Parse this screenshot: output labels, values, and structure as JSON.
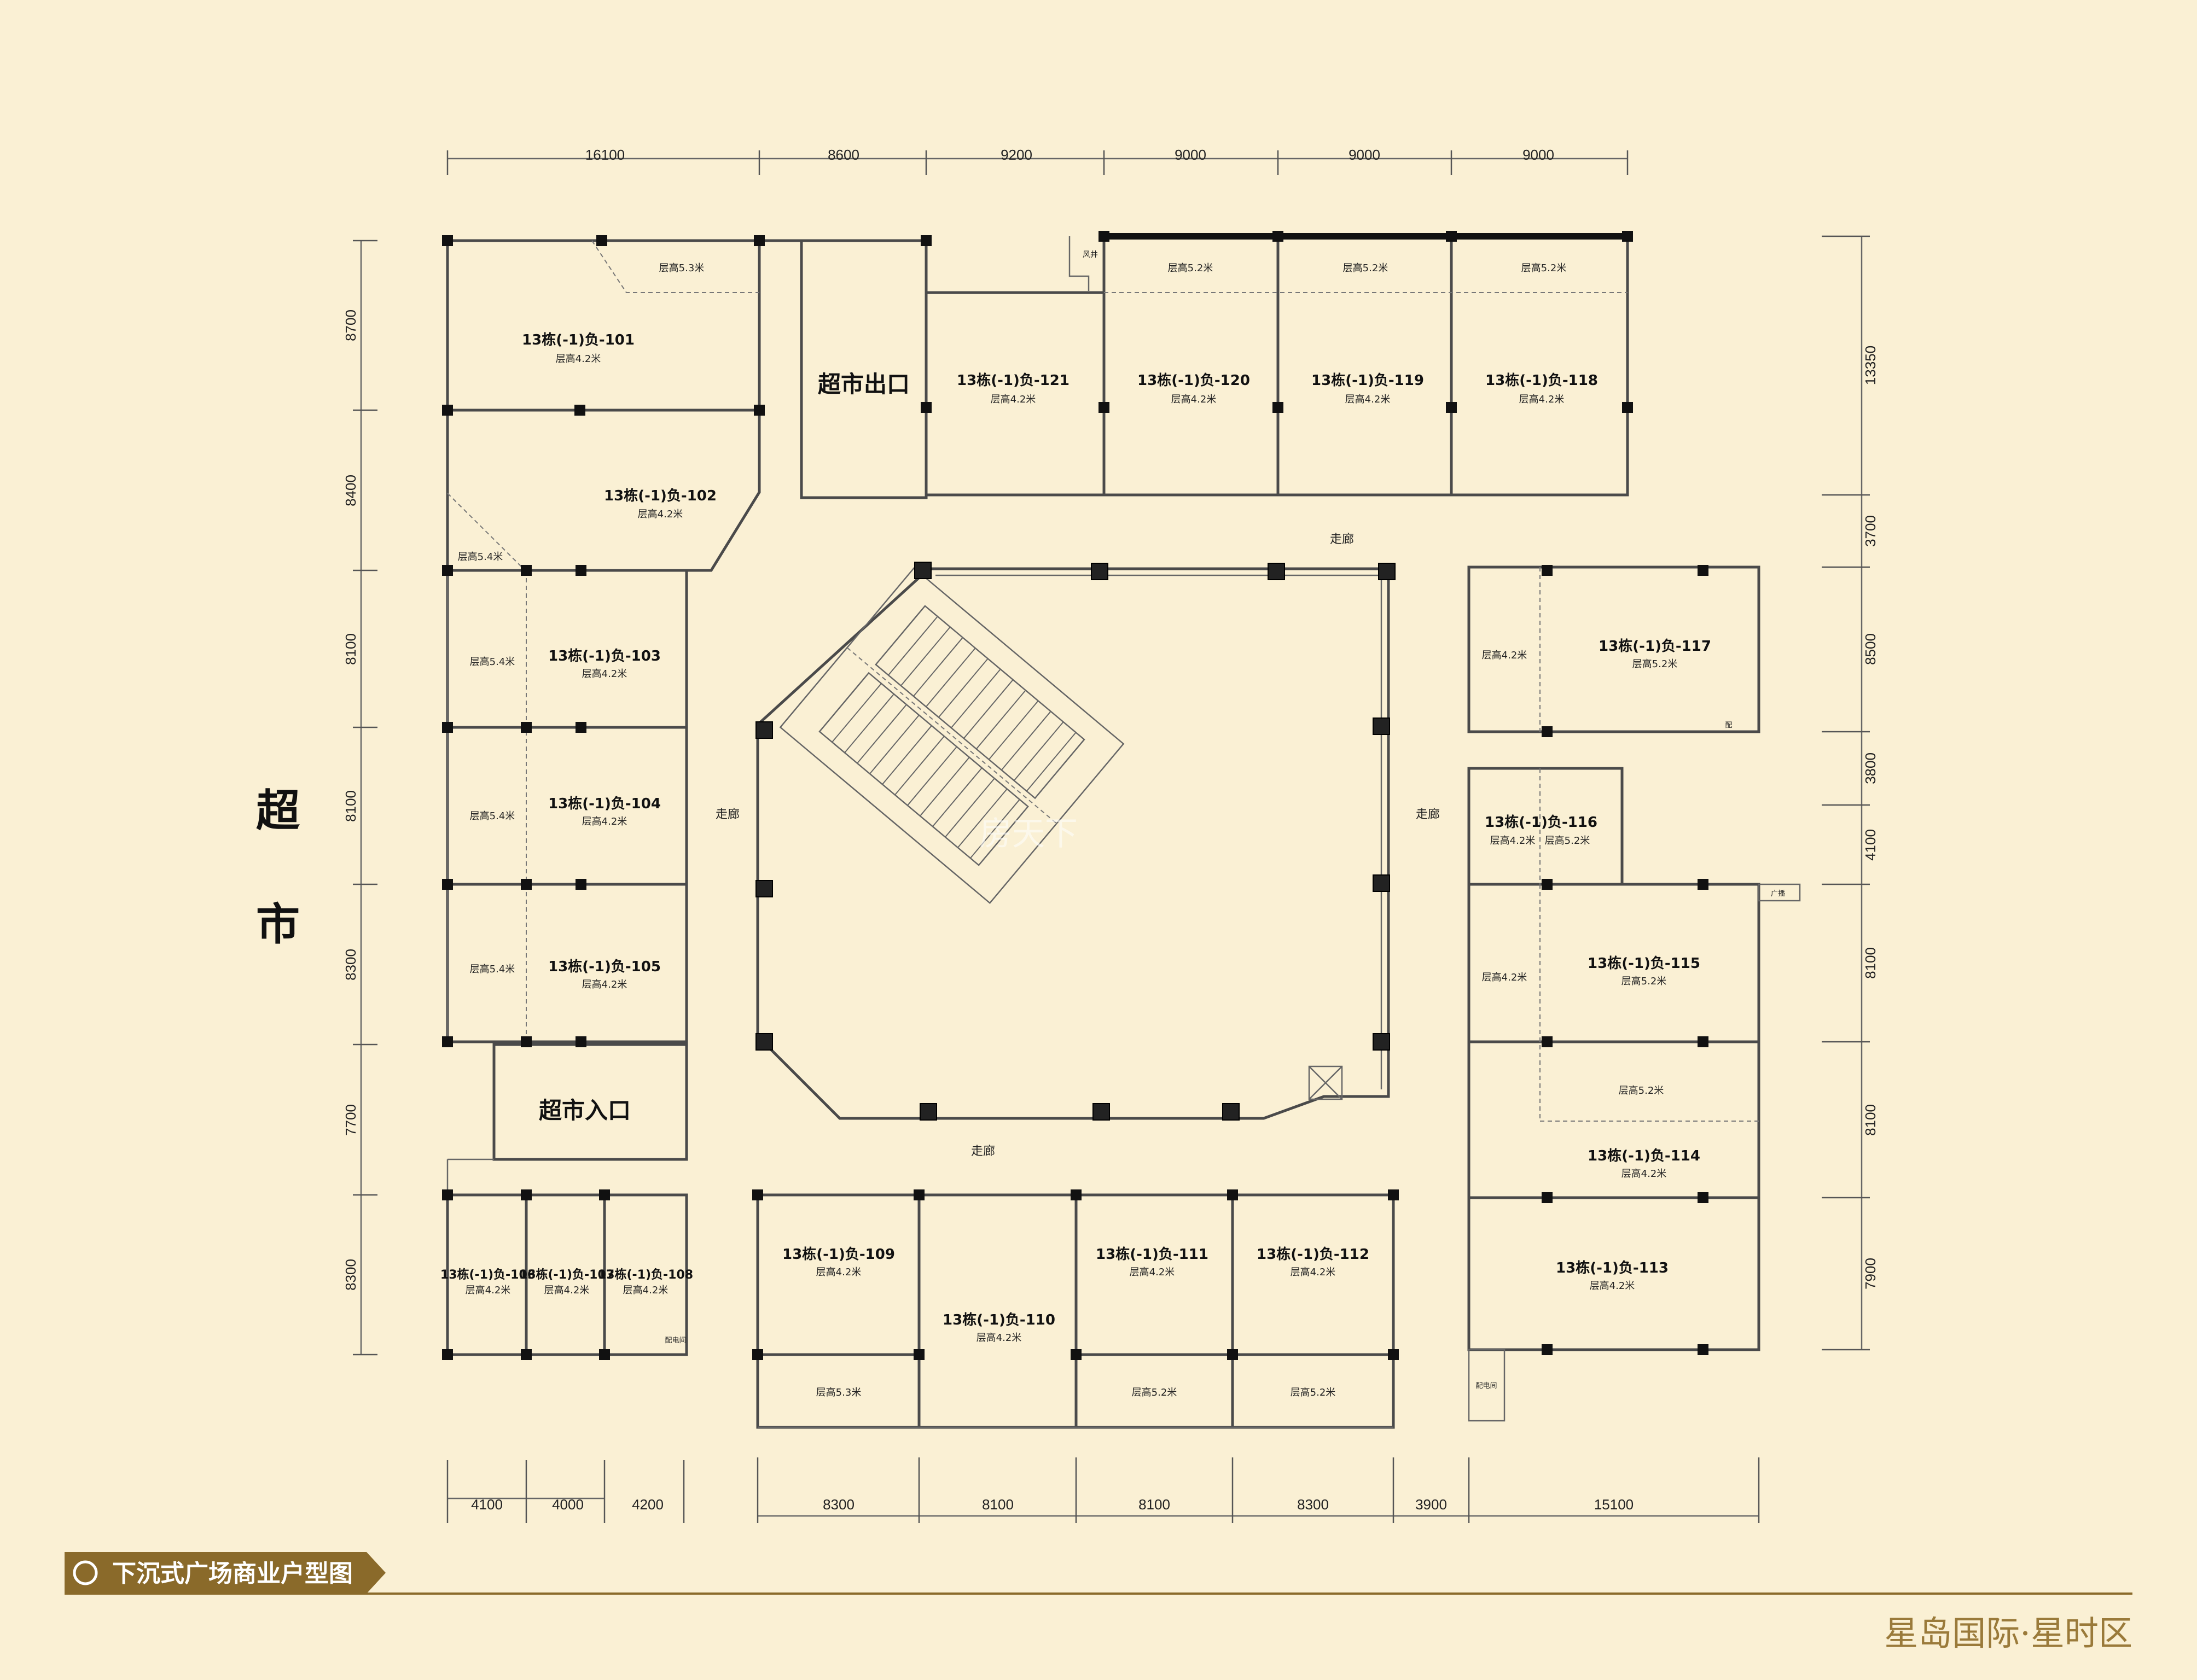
{
  "dims": {
    "top": [
      "16100",
      "8600",
      "9200",
      "9000",
      "9000",
      "9000"
    ],
    "left": [
      "8700",
      "8400",
      "8100",
      "8100",
      "8300",
      "7700",
      "8300"
    ],
    "right": [
      "13350",
      "3700",
      "8500",
      "3800",
      "4100",
      "8100",
      "8100",
      "7900"
    ],
    "bottom": [
      "4100",
      "4000",
      "4200",
      "8300",
      "8100",
      "8100",
      "8300",
      "3900",
      "15100"
    ]
  },
  "units": {
    "u101": {
      "name": "13栋(-1)负-101",
      "height": "层高4.2米"
    },
    "u102": {
      "name": "13栋(-1)负-102",
      "height": "层高4.2米"
    },
    "u103": {
      "name": "13栋(-1)负-103",
      "height": "层高4.2米"
    },
    "u104": {
      "name": "13栋(-1)负-104",
      "height": "层高4.2米"
    },
    "u105": {
      "name": "13栋(-1)负-105",
      "height": "层高4.2米"
    },
    "u106": {
      "name": "13栋(-1)负-106",
      "height": "层高4.2米"
    },
    "u107": {
      "name": "13栋(-1)负-107",
      "height": "层高4.2米"
    },
    "u108": {
      "name": "13栋(-1)负-108",
      "height": "层高4.2米"
    },
    "u109": {
      "name": "13栋(-1)负-109",
      "height": "层高4.2米"
    },
    "u110": {
      "name": "13栋(-1)负-110",
      "height": "层高4.2米"
    },
    "u111": {
      "name": "13栋(-1)负-111",
      "height": "层高4.2米"
    },
    "u112": {
      "name": "13栋(-1)负-112",
      "height": "层高4.2米"
    },
    "u113": {
      "name": "13栋(-1)负-113",
      "height": "层高4.2米"
    },
    "u114": {
      "name": "13栋(-1)负-114",
      "height": "层高4.2米"
    },
    "u115": {
      "name": "13栋(-1)负-115",
      "height": "层高5.2米"
    },
    "u116": {
      "name": "13栋(-1)负-116",
      "height_left": "层高4.2米",
      "height_right": "层高5.2米"
    },
    "u117": {
      "name": "13栋(-1)负-117",
      "height": "层高5.2米"
    },
    "u118": {
      "name": "13栋(-1)负-118",
      "height": "层高4.2米"
    },
    "u119": {
      "name": "13栋(-1)负-119",
      "height": "层高4.2米"
    },
    "u120": {
      "name": "13栋(-1)负-120",
      "height": "层高4.2米"
    },
    "u121": {
      "name": "13栋(-1)负-121",
      "height": "层高4.2米"
    }
  },
  "heights": {
    "h53": "层高5.3米",
    "h54": "层高5.4米",
    "h52": "层高5.2米",
    "h42": "层高4.2米"
  },
  "labels": {
    "supermarket_exit": "超市出口",
    "supermarket_entrance": "超市入口",
    "supermarket_1": "超",
    "supermarket_2": "市",
    "corridor": "走廊",
    "fan_room": "风井",
    "elec_room": "配电间",
    "elec_room2": "配电间",
    "small_room": "配",
    "small_room2": "广播"
  },
  "title": "下沉式广场商业户型图",
  "brand": "星岛国际·星时区",
  "watermark": "房天下",
  "colors": {
    "background": "#faf0d4",
    "title_bar": "#8a6a2a",
    "brand": "#9a7a3a"
  }
}
